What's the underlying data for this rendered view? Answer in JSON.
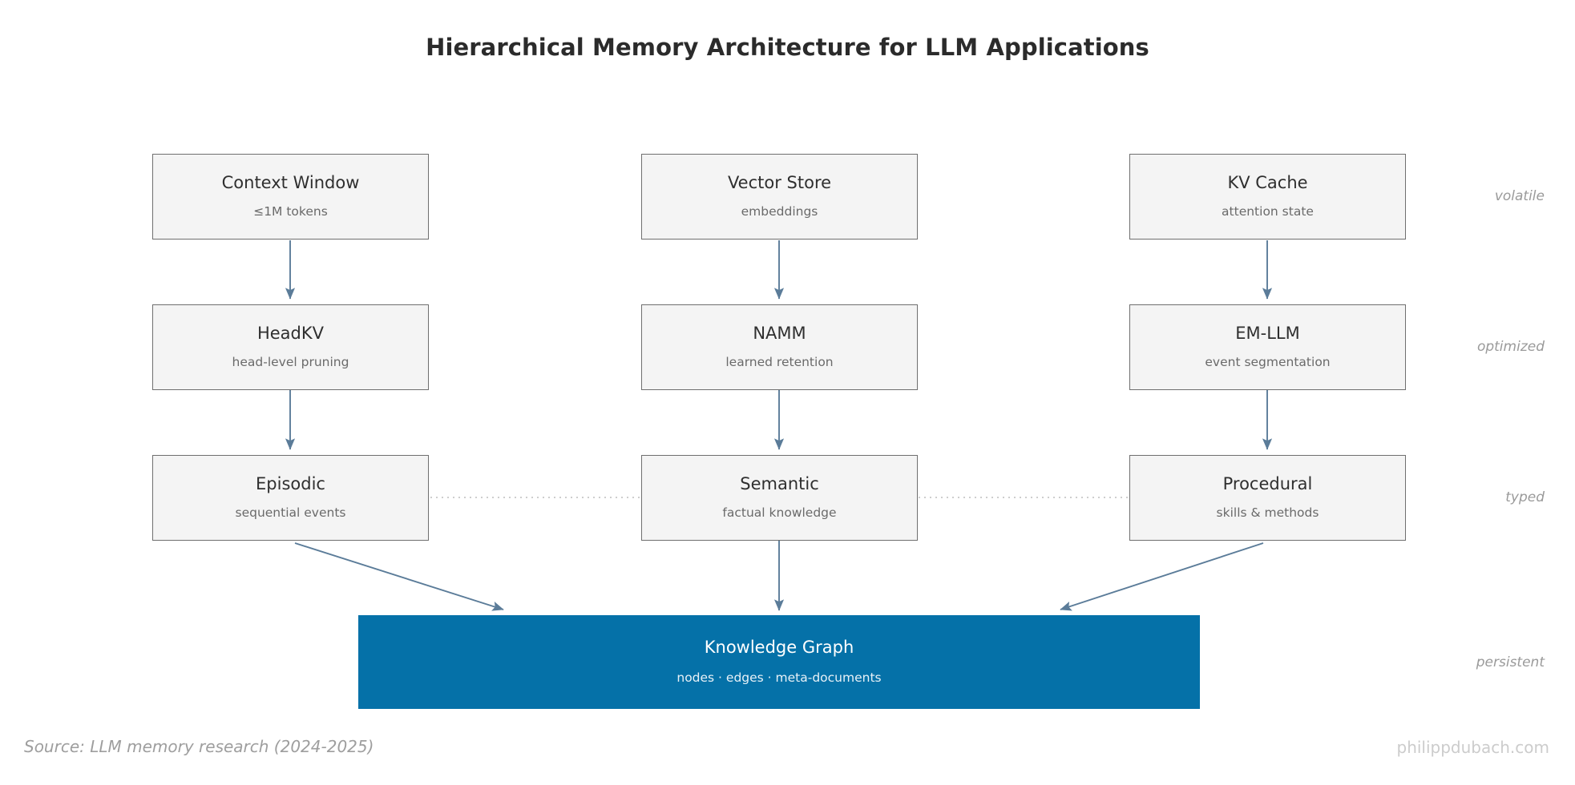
{
  "figure": {
    "title": "Hierarchical Memory Architecture for LLM Applications",
    "source_note": "Source: LLM memory research (2024-2025)",
    "brand": "philippdubach.com",
    "colors": {
      "box_fill": "#f4f4f4",
      "box_border": "#6f6f6f",
      "arrow": "#5b7c99",
      "accent": "#0571a8",
      "title_text": "#2b2b2b",
      "muted_text": "#9a9a9a"
    }
  },
  "tiers": [
    {
      "label": "volatile"
    },
    {
      "label": "optimized"
    },
    {
      "label": "typed"
    },
    {
      "label": "persistent"
    }
  ],
  "rows": {
    "volatile": [
      {
        "title": "Context Window",
        "subtitle": "≤1M tokens"
      },
      {
        "title": "Vector Store",
        "subtitle": "embeddings"
      },
      {
        "title": "KV Cache",
        "subtitle": "attention state"
      }
    ],
    "optimized": [
      {
        "title": "HeadKV",
        "subtitle": "head-level pruning"
      },
      {
        "title": "NAMM",
        "subtitle": "learned retention"
      },
      {
        "title": "EM-LLM",
        "subtitle": "event segmentation"
      }
    ],
    "typed": [
      {
        "title": "Episodic",
        "subtitle": "sequential events"
      },
      {
        "title": "Semantic",
        "subtitle": "factual knowledge"
      },
      {
        "title": "Procedural",
        "subtitle": "skills & methods"
      }
    ],
    "persistent": {
      "title": "Knowledge Graph",
      "subtitle": "nodes · edges · meta-documents"
    }
  },
  "edges": [
    {
      "from": "Context Window",
      "to": "HeadKV",
      "style": "arrow"
    },
    {
      "from": "Vector Store",
      "to": "NAMM",
      "style": "arrow"
    },
    {
      "from": "KV Cache",
      "to": "EM-LLM",
      "style": "arrow"
    },
    {
      "from": "HeadKV",
      "to": "Episodic",
      "style": "arrow"
    },
    {
      "from": "NAMM",
      "to": "Semantic",
      "style": "arrow"
    },
    {
      "from": "EM-LLM",
      "to": "Procedural",
      "style": "arrow"
    },
    {
      "from": "Episodic",
      "to": "Semantic",
      "style": "dotted"
    },
    {
      "from": "Semantic",
      "to": "Procedural",
      "style": "dotted"
    },
    {
      "from": "Episodic",
      "to": "Knowledge Graph",
      "style": "arrow"
    },
    {
      "from": "Semantic",
      "to": "Knowledge Graph",
      "style": "arrow"
    },
    {
      "from": "Procedural",
      "to": "Knowledge Graph",
      "style": "arrow"
    }
  ]
}
